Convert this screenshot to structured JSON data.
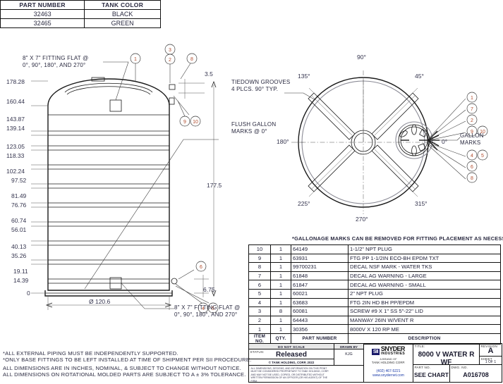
{
  "part_table": {
    "headers": [
      "PART NUMBER",
      "TANK COLOR"
    ],
    "rows": [
      [
        "32463",
        "BLACK"
      ],
      [
        "32465",
        "GREEN"
      ]
    ]
  },
  "elevation": {
    "note_top": [
      "8\" X 7\" FITTING FLAT @",
      "0°, 90°, 180°, AND 270°"
    ],
    "note_bottom": [
      "8\" X 7\" FITTING FLAT @",
      "0°, 90°, 180°, AND 270°"
    ],
    "dims_left": [
      "178.28",
      "160.44",
      "143.87",
      "139.14",
      "123.05",
      "118.33",
      "102.24",
      "97.52",
      "81.49",
      "76.76",
      "60.74",
      "56.01",
      "40.13",
      "35.26",
      "19.11",
      "14.39",
      "0"
    ],
    "dim_overall": "177.5",
    "dim_top": "3.5",
    "dim_base": "6.75",
    "dim_diameter": "Ø 120.6",
    "balloons": [
      "1",
      "3",
      "2",
      "8",
      "9",
      "10",
      "6",
      "4",
      "5"
    ]
  },
  "plan": {
    "note_tiedown": [
      "TIEDOWN GROOVES",
      "4 PLCS. 90° TYP."
    ],
    "note_flush": [
      "FLUSH GALLON",
      "MARKS @ 0°"
    ],
    "gallon_marks_label": [
      "GALLON",
      "MARKS"
    ],
    "angles": [
      "90°",
      "135°",
      "45°",
      "180°",
      "0°",
      "225°",
      "315°",
      "270°"
    ],
    "balloons": [
      "1",
      "7",
      "2",
      "9",
      "10",
      "4",
      "5",
      "6",
      "8"
    ]
  },
  "gallonage_note": "*GALLONAGE MARKS CAN BE REMOVED FOR FITTING PLACEMENT AS NECESSARY.",
  "bom": {
    "headers": [
      "ITEM NO.",
      "QTY.",
      "PART NUMBER",
      "DESCRIPTION"
    ],
    "rows": [
      [
        "10",
        "1",
        "64149",
        "1-1/2\" NPT PLUG"
      ],
      [
        "9",
        "1",
        "63931",
        "FTG PP 1-1/2IN ECO-BH EPDM TXT"
      ],
      [
        "8",
        "1",
        "99700231",
        "DECAL NSF MARK - WATER TKS"
      ],
      [
        "7",
        "1",
        "61848",
        "DECAL AG WARNING - LARGE"
      ],
      [
        "6",
        "1",
        "61847",
        "DECAL AG WARNING - SMALL"
      ],
      [
        "5",
        "1",
        "60021",
        "2\" NPT PLUG"
      ],
      [
        "4",
        "1",
        "63683",
        "FTG 2IN HD BH PP/EPDM"
      ],
      [
        "3",
        "8",
        "60081",
        "SCREW #9 X 1\" SS 5\"-22\" LID"
      ],
      [
        "2",
        "1",
        "64443",
        "MANWAY 26IN W/VENT R"
      ],
      [
        "1",
        "1",
        "30356",
        "8000V X 120 RP ME"
      ]
    ]
  },
  "notes": [
    "*ALL EXTERNAL PIPING MUST BE INDEPENDENTLY SUPPORTED.",
    "*ONLY BASE FITTINGS TO BE LEFT INSTALLED AT TIME OF SHIPMENT PER SII PROCEDURE.",
    "ALL DIMENSIONS ARE IN INCHES, NOMINAL, & SUBJECT TO CHANGE WITHOUT NOTICE.",
    "ALL DIMENSIONS ON ROTATIONAL MOLDED PARTS ARE SUBJECT TO A ± 3% TOLERANCE."
  ],
  "title_block": {
    "do_not_scale_label": "DO NOT SCALE",
    "status_label": "STATUS:",
    "status_value": "Released",
    "drawn_by_label": "DRAWN BY",
    "drawn_by_value": "KJG",
    "copyright": "© TANK HOLDING, CORP, 2022",
    "legal": "ALL DIMENSIONS, DESIGNS, AND INFORMATION ON THIS PRINT MUST BE CONSIDERED PROPRIETARY TO TANK HOLDING, CORP. AND MAY NOT BE USED, COPIED, OR DISTRIBUTED WITHOUT WRITTEN PERMISSION OF AN OFFICER (OR HIS AGENT) OF THE FIRM.",
    "logo_mark": "SII",
    "logo_name": "SNYDER",
    "logo_sub": "INDUSTRIES",
    "brand_line1": "A BRAND OF",
    "brand_line2": "TANK HOLDING CORP.",
    "phone": "(402) 467-5221",
    "website": "www.snydernet.com",
    "title_label": "TITLE:",
    "title_value": "8000 V WATER R WF",
    "part_no_label": "PART NO.",
    "part_no_value": "SEE CHART",
    "dwg_no_label": "DWG. NO.",
    "dwg_no_value": "A016708",
    "revision_label": "REVISION",
    "revision_value": "A",
    "sheet_label": "SHEET",
    "sheet_value": "1 OF 1"
  }
}
